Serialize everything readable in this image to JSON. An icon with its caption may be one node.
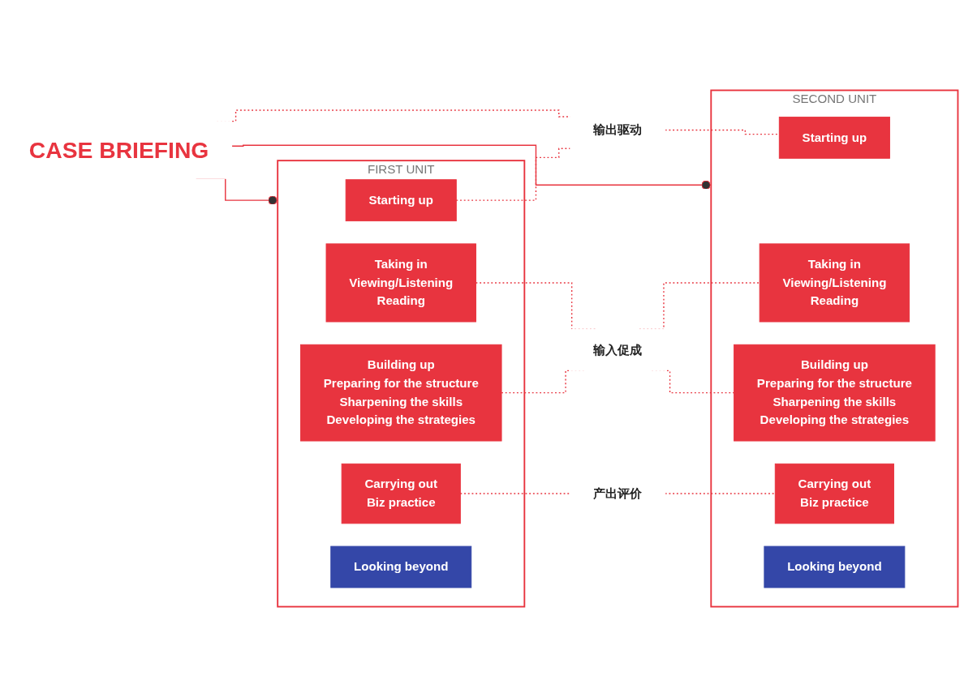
{
  "diagram": {
    "nodes": [
      {
        "text": [
          "CASE BRIEFING"
        ]
      },
      {
        "text": [
          "FIRST UNIT"
        ]
      },
      {
        "text": [
          "Starting up"
        ],
        "in": 1
      },
      {
        "text": [
          "Taking in",
          "Viewing/Listening",
          "Reading"
        ],
        "in": 1
      },
      {
        "text": [
          "Building up",
          "Preparing for the structure",
          "Sharpening the skills",
          "Developing the strategies"
        ],
        "in": 1
      },
      {
        "text": [
          "Carrying out",
          "Biz practice"
        ],
        "in": 1
      },
      {
        "text": [
          "Looking beyond"
        ],
        "in": 1
      },
      {
        "text": [
          "输出驱动"
        ]
      },
      {
        "text": [
          "输入促成"
        ]
      },
      {
        "text": [
          "产出评价"
        ]
      },
      {
        "text": [
          "SECOND UNIT"
        ]
      },
      {
        "text": [
          "Starting up"
        ],
        "in": 10
      },
      {
        "text": [
          "Taking in",
          "Viewing/Listening",
          "Reading"
        ],
        "in": 10
      },
      {
        "text": [
          "Building up",
          "Preparing for the structure",
          "Sharpening the skills",
          "Developing the strategies"
        ],
        "in": 10
      },
      {
        "text": [
          "Carrying out",
          "Biz practice"
        ],
        "in": 10
      },
      {
        "text": [
          "Looking beyond"
        ],
        "in": 10
      }
    ],
    "edges": [
      {
        "from": 0,
        "to": 1,
        "arrow": "other"
      },
      {
        "from": 0,
        "to": 10,
        "arrow": "other"
      },
      {
        "from": 0,
        "to": 7,
        "arrow": "none",
        "style": "dashed"
      },
      {
        "from": 2,
        "to": 7,
        "arrow": "none",
        "style": "dashed"
      },
      {
        "from": 7,
        "to": 11,
        "arrow": "none",
        "style": "dashed"
      },
      {
        "from": 3,
        "to": 8,
        "arrow": "none",
        "style": "dashed"
      },
      {
        "from": 4,
        "to": 8,
        "arrow": "none",
        "style": "dashed"
      },
      {
        "from": 8,
        "to": 12,
        "arrow": "none",
        "style": "dashed"
      },
      {
        "from": 8,
        "to": 13,
        "arrow": "none",
        "style": "dashed"
      },
      {
        "from": 5,
        "to": 9,
        "arrow": "none",
        "style": "dashed"
      },
      {
        "from": 9,
        "to": 14,
        "arrow": "none",
        "style": "dashed"
      }
    ]
  }
}
